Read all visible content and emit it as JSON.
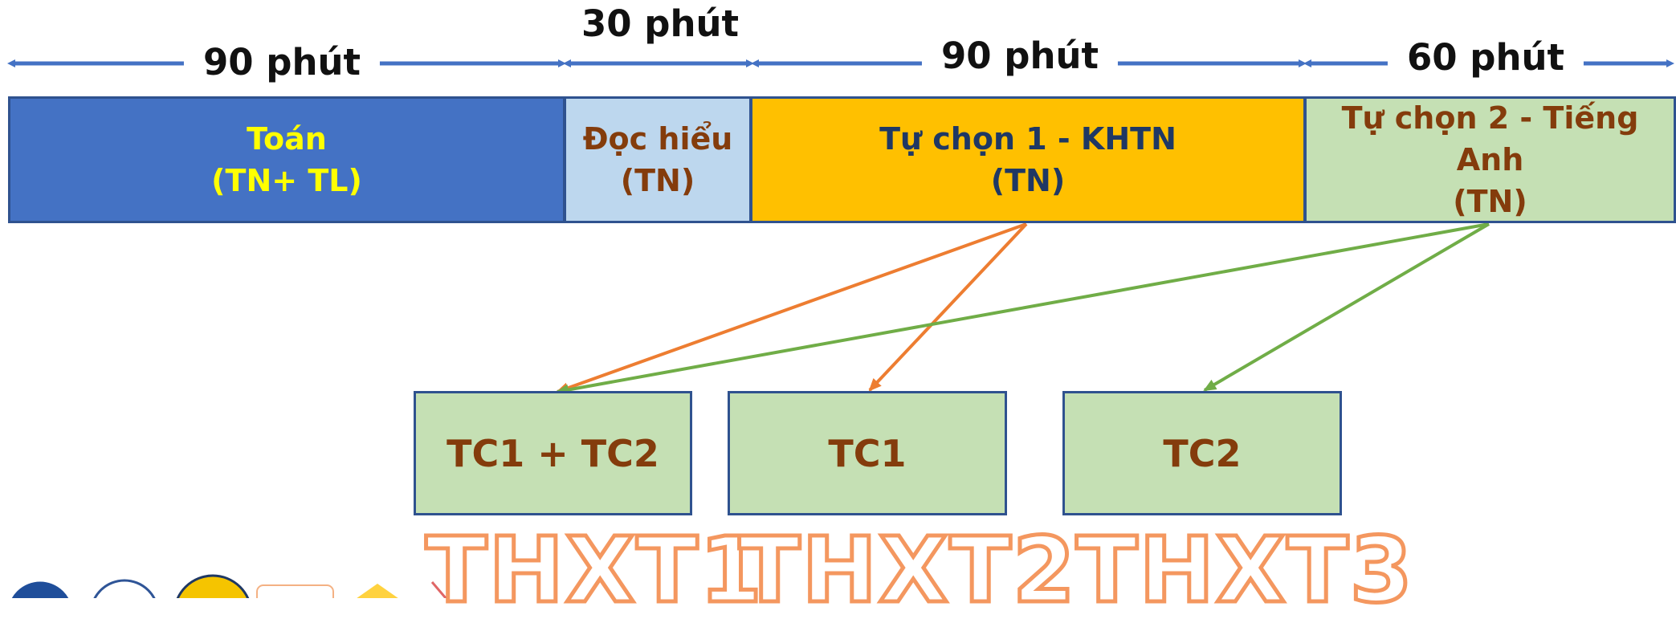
{
  "durations": [
    {
      "label": "90 phút"
    },
    {
      "label": "30 phút"
    },
    {
      "label": "90 phút"
    },
    {
      "label": "60 phút"
    }
  ],
  "segments": [
    {
      "line1": "Toán",
      "line2": "(TN+ TL)",
      "fill": "#4472c4",
      "text_color": "#ffff00"
    },
    {
      "line1": "Đọc hiểu",
      "line2": "(TN)",
      "fill": "#bdd7ee",
      "text_color": "#843c0c"
    },
    {
      "line1": "Tự chọn 1 - KHTN",
      "line2": "(TN)",
      "fill": "#ffc000",
      "text_color": "#1f3864"
    },
    {
      "line1": "Tự chọn 2 - Tiếng Anh",
      "line2": "(TN)",
      "fill": "#c5e0b4",
      "text_color": "#843c0c"
    }
  ],
  "combos": [
    {
      "label": "TC1 + TC2",
      "exam": "THXT1"
    },
    {
      "label": "TC1",
      "exam": "THXT2"
    },
    {
      "label": "TC2",
      "exam": "THXT3"
    }
  ],
  "colors": {
    "arrow_blue": "#4472c4",
    "arrow_orange": "#ed7d31",
    "arrow_green": "#70ad47",
    "border": "#2f528f",
    "exam_outline": "#f4975f"
  }
}
